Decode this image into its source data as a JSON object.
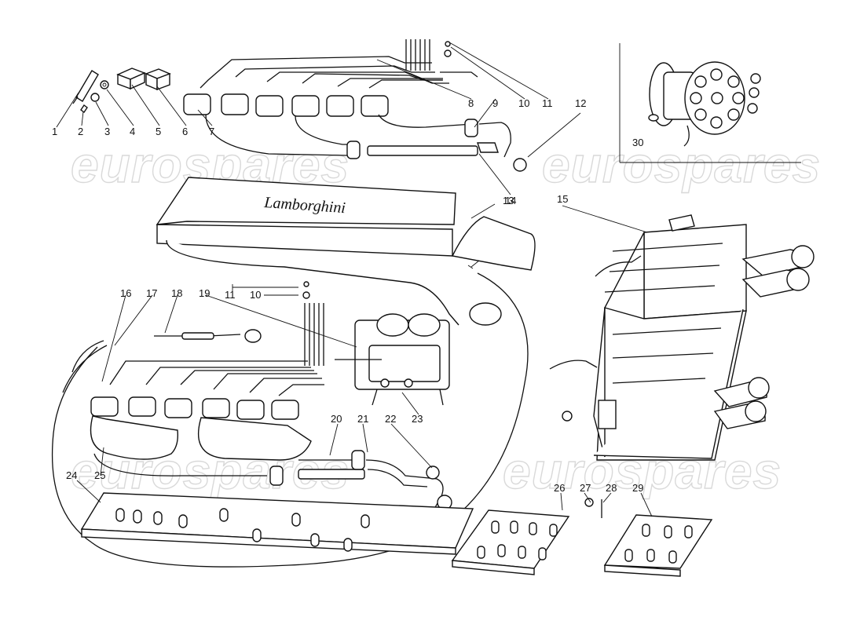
{
  "watermark": "eurospares",
  "cover_brand": "Lamborghini",
  "labels": [
    "1",
    "2",
    "3",
    "4",
    "5",
    "6",
    "7",
    "8",
    "9",
    "10",
    "11",
    "12",
    "13",
    "14",
    "15",
    "16",
    "17",
    "18",
    "19",
    "20",
    "21",
    "22",
    "23",
    "24",
    "25",
    "26",
    "27",
    "28",
    "29",
    "30"
  ],
  "labels_repeat": [
    "11",
    "10"
  ]
}
